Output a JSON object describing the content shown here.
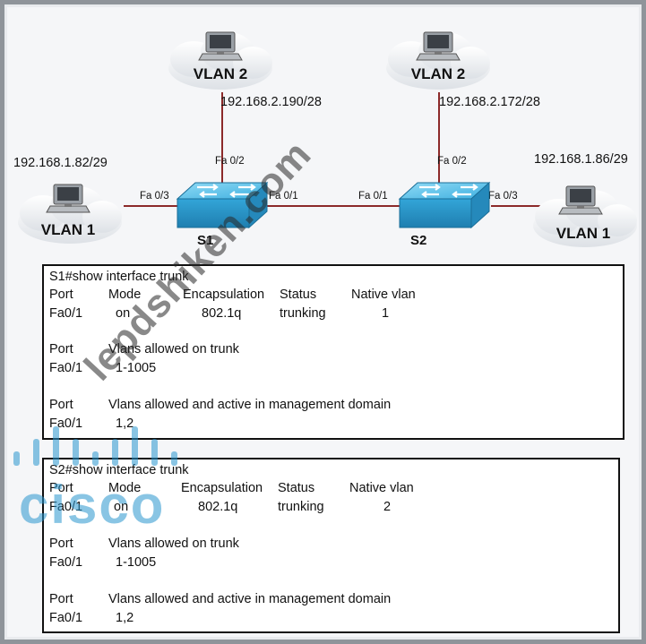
{
  "topology": {
    "switch_s1": "S1",
    "switch_s2": "S2",
    "pc_top_left": {
      "vlan": "VLAN 2",
      "ip": "192.168.2.190/28",
      "port": "Fa 0/2"
    },
    "pc_top_right": {
      "vlan": "VLAN 2",
      "ip": "192.168.2.172/28",
      "port": "Fa 0/2"
    },
    "pc_left": {
      "vlan": "VLAN 1",
      "ip": "192.168.1.82/29",
      "port": "Fa 0/3"
    },
    "pc_right": {
      "vlan": "VLAN 1",
      "ip": "192.168.1.86/29",
      "port": "Fa 0/3"
    },
    "trunk": {
      "s1_port": "Fa 0/1",
      "s2_port": "Fa 0/1"
    }
  },
  "s1_output": {
    "command": "S1#show interface trunk",
    "h_port": "Port",
    "h_mode": "Mode",
    "h_encap": "Encapsulation",
    "h_status": "Status",
    "h_native": "Native vlan",
    "r_port": "Fa0/1",
    "r_mode": "on",
    "r_encap": "802.1q",
    "r_status": "trunking",
    "r_native": "1",
    "allowed_h_port": "Port",
    "allowed_h_label": "Vlans allowed on trunk",
    "allowed_port": "Fa0/1",
    "allowed_value": "1-1005",
    "active_h_port": "Port",
    "active_h_label": "Vlans allowed and active in management domain",
    "active_port": "Fa0/1",
    "active_value": "1,2"
  },
  "s2_output": {
    "command": "S2#show interface trunk",
    "h_port": "Port",
    "h_mode": "Mode",
    "h_encap": "Encapsulation",
    "h_status": "Status",
    "h_native": "Native vlan",
    "r_port": "Fa0/1",
    "r_mode": "on",
    "r_encap": "802.1q",
    "r_status": "trunking",
    "r_native": "2",
    "allowed_h_port": "Port",
    "allowed_h_label": "Vlans allowed on trunk",
    "allowed_port": "Fa0/1",
    "allowed_value": "1-1005",
    "active_h_port": "Port",
    "active_h_label": "Vlans allowed and active in management domain",
    "active_port": "Fa0/1",
    "active_value": "1,2"
  },
  "watermark": {
    "text": "lepdshiken.com",
    "logo": "cisco"
  },
  "colors": {
    "link": "#8c2a2a",
    "switch_top": "#63c6ec",
    "switch_front": "#2d97c9",
    "cloud": "#e8ebef"
  }
}
